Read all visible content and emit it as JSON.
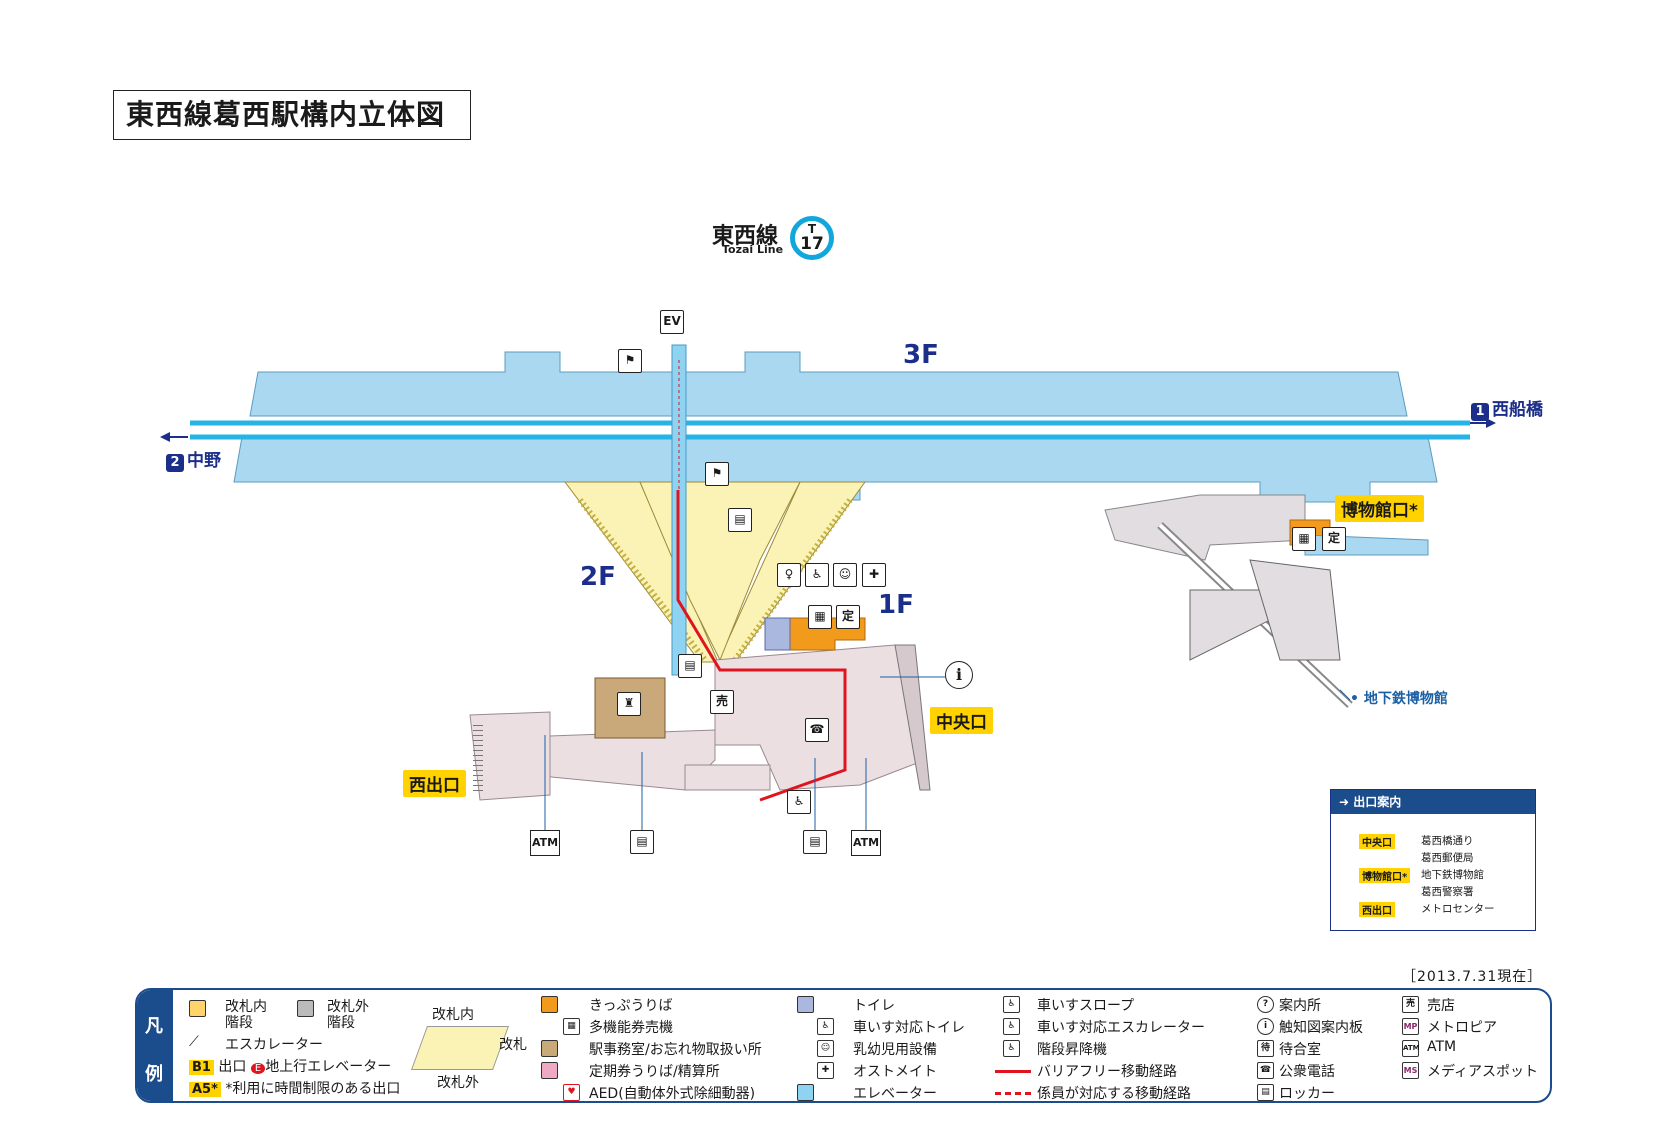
{
  "title": "東西線葛西駅構内立体図",
  "line": {
    "name": "東西線",
    "sub": "Tozai Line",
    "badge_letter": "T",
    "badge_number": "17",
    "color": "#11a6dc"
  },
  "floors": {
    "f3": "3F",
    "f2": "2F",
    "f1": "1F"
  },
  "directions": {
    "east": {
      "num": "1",
      "label": "西船橋"
    },
    "west": {
      "num": "2",
      "label": "中野"
    }
  },
  "exits": {
    "central": "中央口",
    "museum": "博物館口*",
    "west": "西出口"
  },
  "museum_label": "• 地下鉄博物館",
  "icons": {
    "atm": "ATM",
    "info": "i",
    "teiki": "定",
    "elevator": "EV"
  },
  "exit_guide": {
    "header": "出口案内",
    "rows": [
      {
        "tag": "中央口",
        "lines": [
          "葛西橋通り",
          "葛西郵便局"
        ]
      },
      {
        "tag": "博物館口*",
        "lines": [
          "地下鉄博物館",
          "葛西警察署"
        ]
      },
      {
        "tag": "西出口",
        "lines": [
          "メトロセンター"
        ]
      }
    ]
  },
  "date": "［2013.7.31現在］",
  "legend": {
    "band": [
      "凡",
      "例"
    ],
    "col1": {
      "stairs_in": [
        "改札内",
        "階段"
      ],
      "stairs_out": [
        "改札外",
        "階段"
      ],
      "escalator": "エスカレーター",
      "exit_tag": "B1",
      "exit": "出口",
      "elev_up_tag": "E",
      "elev_up": "地上行エレベーター",
      "limited_tag": "A5*",
      "limited": "*利用に時間制限のある出口"
    },
    "gate": {
      "inside": "改札内",
      "gate": "改札",
      "outside": "改札外"
    },
    "col3": [
      "きっぷうりば",
      "多機能券売機",
      "駅事務室/お忘れ物取扱い所",
      "定期券うりば/精算所",
      "AED(自動体外式除細動器)"
    ],
    "col4": [
      "トイレ",
      "車いす対応トイレ",
      "乳幼児用設備",
      "オストメイト",
      "エレベーター"
    ],
    "col5": [
      "車いすスロープ",
      "車いす対応エスカレーター",
      "階段昇降機",
      "バリアフリー移動経路",
      "係員が対応する移動経路"
    ],
    "col6": [
      "案内所",
      "触知図案内板",
      "待合室",
      "公衆電話",
      "ロッカー"
    ],
    "col7": [
      "売店",
      "メトロピア",
      "ATM",
      "メディアスポット"
    ],
    "col7_icons": [
      "売",
      "MP",
      "ATM",
      "MS"
    ],
    "col6_icons": [
      "?",
      "i",
      "待",
      "☎",
      "▤"
    ]
  },
  "colors": {
    "platform": "#a9d8f0",
    "track": "#26b4e6",
    "navy": "#1b2f8a",
    "concourse": "#fbf3b5",
    "floor1": "#ecdfe2",
    "ticket": "#f29a1c",
    "route_red": "#e0141e",
    "exit_yellow": "#ffd200",
    "office": "#c9a97a"
  }
}
